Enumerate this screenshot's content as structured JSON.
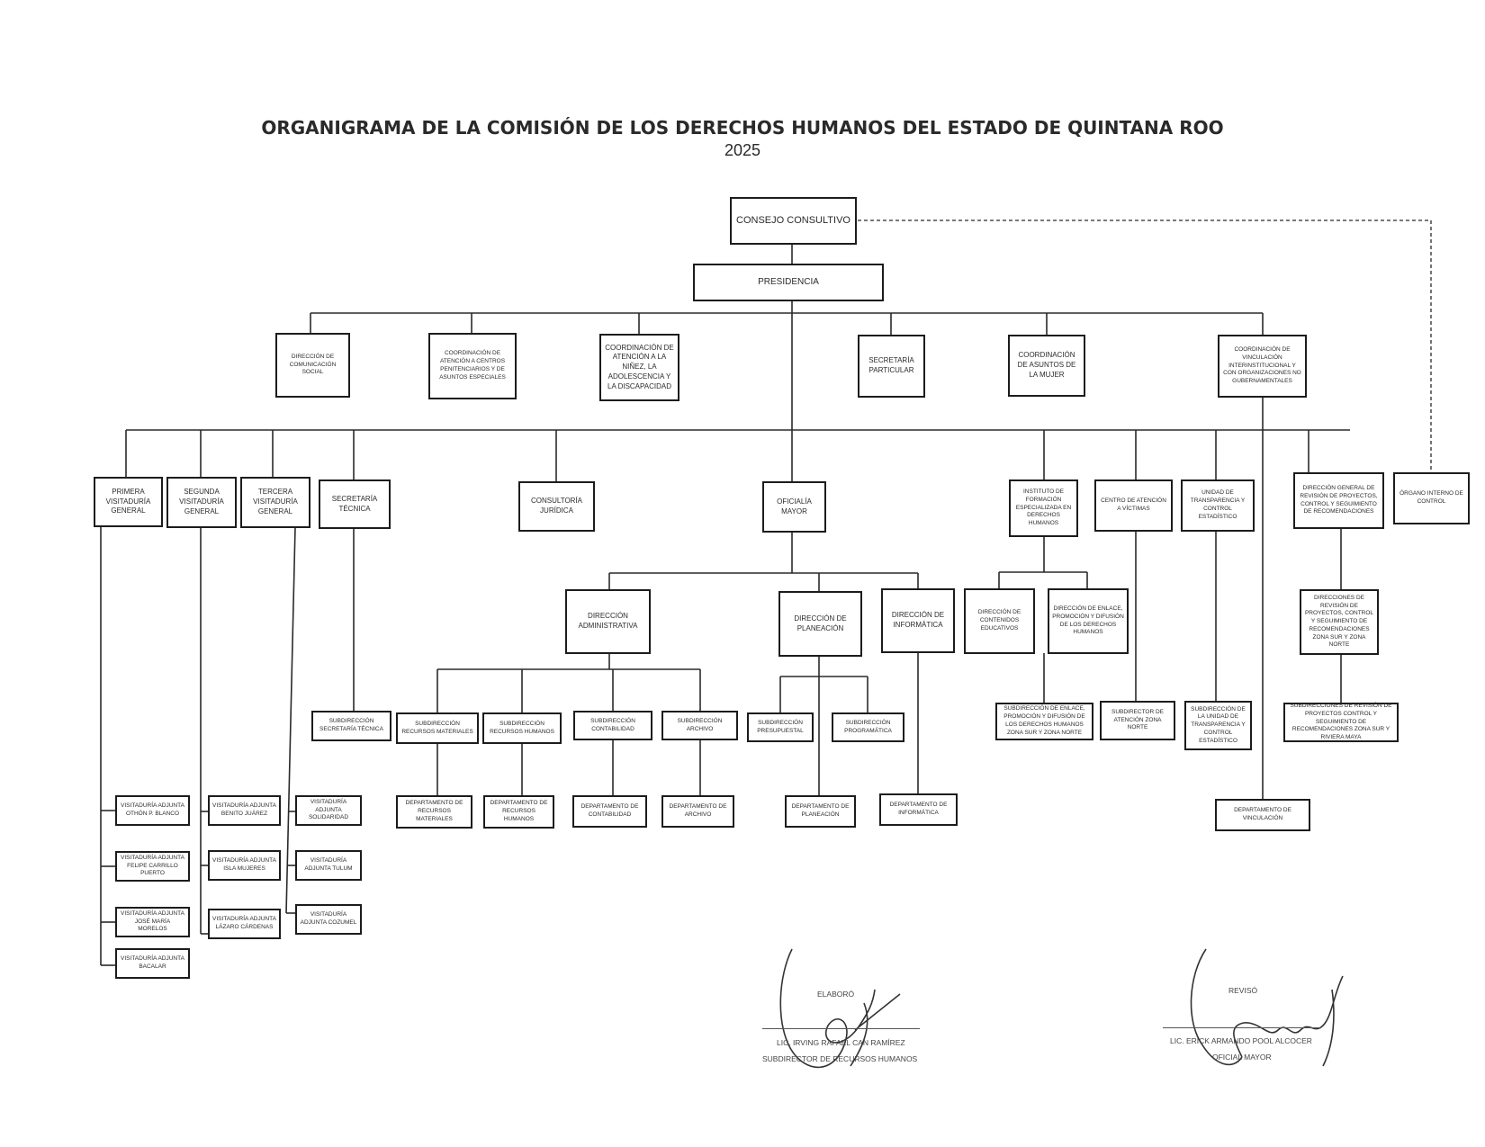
{
  "header": {
    "title": "ORGANIGRAMA DE LA COMISIÓN DE LOS DERECHOS HUMANOS DEL ESTADO DE QUINTANA ROO",
    "year": "2025"
  },
  "units": {
    "consejo": "CONSEJO CONSULTIVO",
    "presidencia": "PRESIDENCIA",
    "dir_comunicacion": "DIRECCIÓN DE COMUNICACIÓN SOCIAL",
    "coord_centros": "COORDINACIÓN DE ATENCIÓN A CENTROS PENITENCIARIOS Y DE ASUNTOS ESPECIALES",
    "coord_ninez": "COORDINACIÓN DE ATENCIÓN A LA NIÑEZ, LA ADOLESCENCIA Y LA DISCAPACIDAD",
    "sec_particular": "SECRETARÍA PARTICULAR",
    "coord_mujer": "COORDINACIÓN DE ASUNTOS DE LA MUJER",
    "coord_vinculacion": "COORDINACIÓN DE VINCULACIÓN INTERINSTITUCIONAL Y CON ORGANIZACIONES NO GUBERNAMENTALES",
    "primera_vis": "PRIMERA VISITADURÍA GENERAL",
    "segunda_vis": "SEGUNDA VISITADURÍA GENERAL",
    "tercera_vis": "TERCERA VISITADURÍA GENERAL",
    "sec_tecnica": "SECRETARÍA TÉCNICA",
    "consultoria": "CONSULTORÍA JURÍDICA",
    "oficialia": "OFICIALÍA MAYOR",
    "instituto": "INSTITUTO DE FORMACIÓN ESPECIALIZADA EN DERECHOS HUMANOS",
    "centro_victimas": "CENTRO DE ATENCIÓN A VÍCTIMAS",
    "unidad_transparencia": "UNIDAD DE TRANSPARENCIA Y CONTROL ESTADÍSTICO",
    "dir_gral_revision": "DIRECCIÓN GENERAL DE REVISIÓN DE PROYECTOS, CONTROL Y SEGUIMIENTO DE RECOMENDACIONES",
    "organo_interno": "ÓRGANO INTERNO DE CONTROL",
    "dir_administrativa": "DIRECCIÓN ADMINISTRATIVA",
    "dir_planeacion": "DIRECCIÓN DE PLANEACIÓN",
    "dir_informatica": "DIRECCIÓN DE INFORMÁTICA",
    "dir_contenidos": "DIRECCIÓN DE CONTENIDOS EDUCATIVOS",
    "dir_enlace": "DIRECCIÓN DE ENLACE, PROMOCIÓN Y DIFUSIÓN DE LOS DERECHOS HUMANOS",
    "dirs_revision": "DIRECCIONES DE REVISIÓN DE PROYECTOS, CONTROL Y SEGUIMIENTO DE RECOMENDACIONES ZONA SUR Y ZONA NORTE",
    "sub_sec_tecnica": "SUBDIRECCIÓN SECRETARÍA TÉCNICA",
    "sub_rec_materiales": "SUBDIRECCIÓN RECURSOS MATERIALES",
    "sub_rec_humanos": "SUBDIRECCIÓN RECURSOS HUMANOS",
    "sub_contabilidad": "SUBDIRECCIÓN CONTABILIDAD",
    "sub_archivo": "SUBDIRECCIÓN ARCHIVO",
    "sub_presupuestal": "SUBDIRECCIÓN PRESUPUESTAL",
    "sub_programatica": "SUBDIRECCIÓN PROGRAMÁTICA",
    "sub_enlace": "SUBDIRECCIÓN DE ENLACE, PROMOCIÓN Y DIFUSIÓN DE LOS DERECHOS HUMANOS ZONA SUR Y ZONA NORTE",
    "sub_atencion_norte": "SUBDIRECTOR DE ATENCIÓN ZONA NORTE",
    "sub_transparencia": "SUBDIRECCIÓN DE LA UNIDAD DE TRANSPARENCIA Y CONTROL ESTADÍSTICO",
    "subs_revision": "SUBDIRECCIONES DE REVISIÓN DE PROYECTOS CONTROL Y SEGUIMIENTO DE RECOMENDACIONES ZONA SUR Y RIVIERA MAYA",
    "depto_materiales": "DEPARTAMENTO DE RECURSOS MATERIALES",
    "depto_humanos": "DEPARTAMENTO DE RECURSOS HUMANOS",
    "depto_contabilidad": "DEPARTAMENTO DE CONTABILIDAD",
    "depto_archivo": "DEPARTAMENTO DE ARCHIVO",
    "depto_planeacion": "DEPARTAMENTO DE PLANEACIÓN",
    "depto_informatica": "DEPARTAMENTO DE INFORMÁTICA",
    "depto_vinculacion": "DEPARTAMENTO DE VINCULACIÓN",
    "vis_othon": "VISITADURÍA ADJUNTA OTHÓN P. BLANCO",
    "vis_felipe": "VISITADURÍA ADJUNTA FELIPE CARRILLO PUERTO",
    "vis_jose_maria": "VISITADURÍA ADJUNTA JOSÉ MARÍA MORELOS",
    "vis_bacalar": "VISITADURÍA ADJUNTA BACALAR",
    "vis_benito": "VISITADURÍA ADJUNTA BENITO JUÁREZ",
    "vis_isla": "VISITADURÍA ADJUNTA ISLA MUJERES",
    "vis_lazaro": "VISITADURÍA ADJUNTA LÁZARO CÁRDENAS",
    "vis_solidaridad": "VISITADURÍA ADJUNTA SOLIDARIDAD",
    "vis_tulum": "VISITADURÍA ADJUNTA TULUM",
    "vis_cozumel": "VISITADURÍA ADJUNTA COZUMEL"
  },
  "signatures": {
    "elaboro": {
      "label": "ELABORÓ",
      "name": "LIC. IRVING RAFAEL CAN RAMÍREZ",
      "position": "SUBDIRECTOR DE RECURSOS HUMANOS"
    },
    "reviso": {
      "label": "REVISÓ",
      "name": "LIC. ERICK ARMANDO POOL ALCOCER",
      "position": "OFICIAL MAYOR"
    }
  }
}
